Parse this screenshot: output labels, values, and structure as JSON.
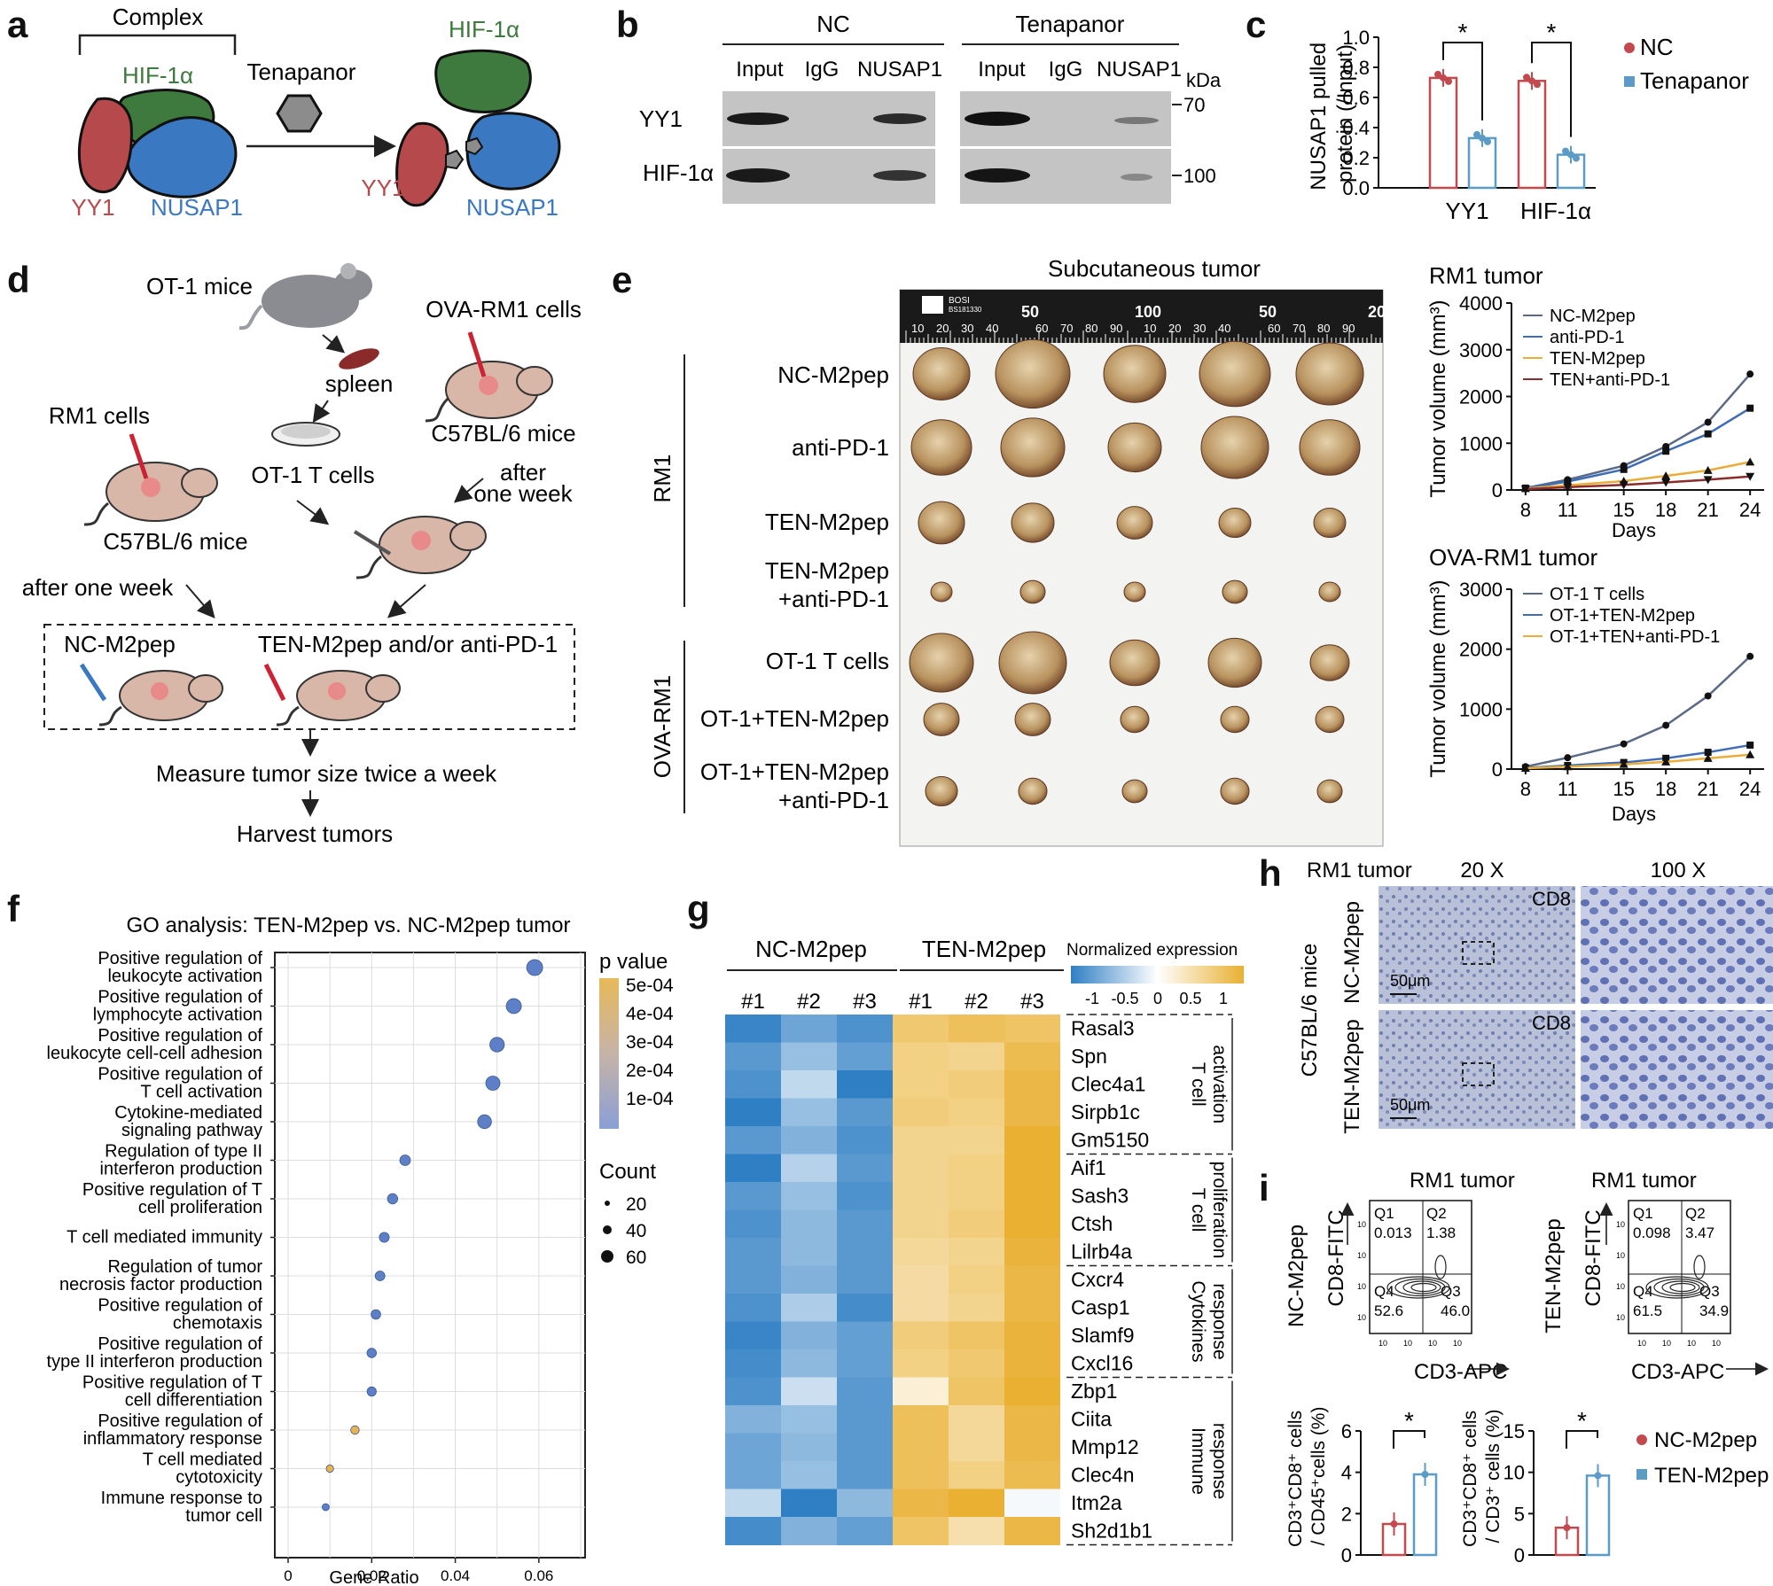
{
  "panel_letters": [
    "a",
    "b",
    "c",
    "d",
    "e",
    "f",
    "g",
    "h",
    "i"
  ],
  "colors": {
    "red": "#b5494c",
    "green": "#3e7a3d",
    "blue": "#3a79c1",
    "nc_red": "#c24a4f",
    "ten_blue": "#5d9bc7",
    "yellow": "#eebc42"
  },
  "panel_a": {
    "complex_label": "Complex",
    "hif": "HIF-1α",
    "drug": "Tenapanor",
    "yy1": "YY1",
    "nusap1": "NUSAP1"
  },
  "panel_b": {
    "groups": [
      "NC",
      "Tenapanor"
    ],
    "lanes": [
      "Input",
      "IgG",
      "NUSAP1"
    ],
    "kda": "kDa",
    "rows": [
      {
        "label": "YY1",
        "marker": "70"
      },
      {
        "label": "HIF-1α",
        "marker": "100"
      }
    ]
  },
  "panel_c": {
    "ylabel": "NUSAP1 pulled protein (/Input)",
    "ylabel_line1": "NUSAP1 pulled",
    "ylabel_line2": "protein (/Input)",
    "star": "*",
    "chart_data": {
      "type": "bar",
      "categories": [
        "YY1",
        "HIF-1α"
      ],
      "series": [
        {
          "name": "NC",
          "values": [
            0.73,
            0.71
          ]
        },
        {
          "name": "Tenapanor",
          "values": [
            0.33,
            0.22
          ]
        }
      ],
      "ylim": [
        0,
        1.0
      ],
      "yticks": [
        "0.0",
        "0.2",
        "0.4",
        "0.6",
        "0.8",
        "1.0"
      ]
    }
  },
  "panel_d": {
    "ot1": "OT-1 mice",
    "spleen": "spleen",
    "ott": "OT-1 T cells",
    "ova": "OVA-RM1 cells",
    "c57a": "C57BL/6 mice",
    "rm1": "RM1 cells",
    "c57b": "C57BL/6 mice",
    "after1": "after",
    "after2": "one week",
    "after_one_week": "after one week",
    "nc": "NC-M2pep",
    "ten": "TEN-M2pep and/or anti-PD-1",
    "measure": "Measure tumor size twice a week",
    "harvest": "Harvest tumors"
  },
  "panel_e": {
    "title": "Subcutaneous tumor",
    "ruler_brand": "BOSI",
    "ruler_code": "BS181330",
    "ruler_marks": [
      "50",
      "100",
      "50",
      "20"
    ],
    "ruler_nums": [
      "10",
      "20",
      "30",
      "40",
      "60",
      "70",
      "80",
      "90",
      "10",
      "20",
      "30",
      "40",
      "60",
      "70",
      "80",
      "90"
    ],
    "group_rm1": "RM1",
    "group_ova": "OVA-RM1",
    "rows": [
      "NC-M2pep",
      "anti-PD-1",
      "TEN-M2pep",
      "TEN-M2pep",
      "+anti-PD-1",
      "OT-1 T cells",
      "OT-1+TEN-M2pep",
      "OT-1+TEN-M2pep",
      "+anti-PD-1"
    ]
  },
  "panel_e_rm1": {
    "title": "RM1 tumor",
    "ylabel": "Tumor volume (mm³)",
    "xlabel": "Days",
    "chart_data": {
      "type": "line",
      "x": [
        8,
        11,
        15,
        18,
        21,
        24
      ],
      "series": [
        {
          "name": "NC-M2pep",
          "values": [
            40,
            220,
            520,
            930,
            1450,
            2480
          ]
        },
        {
          "name": "anti-PD-1",
          "values": [
            40,
            180,
            440,
            830,
            1200,
            1750
          ]
        },
        {
          "name": "TEN-M2pep",
          "values": [
            30,
            100,
            190,
            300,
            420,
            600
          ]
        },
        {
          "name": "TEN+anti-PD-1",
          "values": [
            20,
            60,
            110,
            160,
            220,
            290
          ]
        }
      ],
      "ylim": [
        0,
        4000
      ],
      "yticks": [
        "0",
        "1000",
        "2000",
        "3000",
        "4000"
      ]
    }
  },
  "panel_e_ova": {
    "title": "OVA-RM1 tumor",
    "ylabel": "Tumor volume (mm³)",
    "xlabel": "Days",
    "chart_data": {
      "type": "line",
      "x": [
        8,
        11,
        15,
        18,
        21,
        24
      ],
      "series": [
        {
          "name": "OT-1 T cells",
          "values": [
            40,
            190,
            420,
            730,
            1220,
            1880
          ]
        },
        {
          "name": "OT-1+TEN-M2pep",
          "values": [
            20,
            60,
            110,
            180,
            280,
            400
          ]
        },
        {
          "name": "OT-1+TEN+anti-PD-1",
          "values": [
            15,
            40,
            80,
            120,
            180,
            240
          ]
        }
      ],
      "ylim": [
        0,
        3000
      ],
      "yticks": [
        "0",
        "1000",
        "2000",
        "3000"
      ]
    }
  },
  "panel_f": {
    "title": "GO analysis: TEN-M2pep vs. NC-M2pep tumor",
    "xlabel": "Gene Ratio",
    "xticks": [
      "0",
      "0.02",
      "0.04",
      "0.06"
    ],
    "legend_p": "p value",
    "legend_p_ticks": [
      "5e-04",
      "4e-04",
      "3e-04",
      "2e-04",
      "1e-04"
    ],
    "legend_count": "Count",
    "legend_count_ticks": [
      "20",
      "40",
      "60"
    ],
    "terms": [
      [
        "Positive regulation of",
        "leukocyte activation"
      ],
      [
        "Positive regulation of",
        "lymphocyte activation"
      ],
      [
        "Positive regulation of",
        "leukocyte cell-cell adhesion"
      ],
      [
        "Positive regulation of",
        "T cell activation"
      ],
      [
        "Cytokine-mediated",
        "signaling pathway"
      ],
      [
        "Regulation of type II",
        "interferon production"
      ],
      [
        "Positive regulation of T",
        "cell proliferation"
      ],
      [
        "T cell mediated immunity"
      ],
      [
        "Regulation of tumor",
        "necrosis factor production"
      ],
      [
        "Positive regulation of",
        "chemotaxis"
      ],
      [
        "Positive regulation of",
        "type II interferon production"
      ],
      [
        "Positive regulation of T",
        "cell differentiation"
      ],
      [
        "Positive regulation of",
        "inflammatory response"
      ],
      [
        "T cell mediated",
        "cytotoxicity"
      ],
      [
        "Immune response to",
        "tumor cell"
      ]
    ],
    "chart_data": {
      "type": "scatter",
      "gene_ratio": [
        0.059,
        0.054,
        0.05,
        0.049,
        0.047,
        0.028,
        0.025,
        0.023,
        0.022,
        0.021,
        0.02,
        0.02,
        0.016,
        0.01,
        0.009
      ],
      "count": [
        60,
        55,
        52,
        50,
        48,
        30,
        28,
        26,
        25,
        24,
        23,
        22,
        18,
        12,
        10
      ],
      "p_value": [
        3e-05,
        3e-05,
        3e-05,
        3e-05,
        3e-05,
        4e-05,
        4e-05,
        4e-05,
        4e-05,
        4e-05,
        5e-05,
        5e-05,
        0.0005,
        0.0005,
        2e-05
      ],
      "xlim": [
        0,
        0.07
      ]
    }
  },
  "panel_g": {
    "nc": "NC-M2pep",
    "ten": "TEN-M2pep",
    "samples": [
      "#1",
      "#2",
      "#3",
      "#1",
      "#2",
      "#3"
    ],
    "legend_title": "Normalized expression",
    "legend_ticks": [
      "-1",
      "-0.5",
      "0",
      "0.5",
      "1"
    ],
    "genes": [
      "Rasal3",
      "Spn",
      "Clec4a1",
      "Sirpb1c",
      "Gm5150",
      "Aif1",
      "Sash3",
      "Ctsh",
      "Lilrb4a",
      "Cxcr4",
      "Casp1",
      "Slamf9",
      "Cxcl16",
      "Zbp1",
      "Ciita",
      "Mmp12",
      "Clec4n",
      "Itm2a",
      "Sh2d1b1"
    ],
    "groups": [
      [
        "T cell",
        "activation"
      ],
      [
        "T cell",
        "proliferation"
      ],
      [
        "Cytokines",
        "response"
      ],
      [
        "Immune",
        "response"
      ]
    ],
    "chart_data": {
      "type": "heatmap",
      "values": [
        [
          -0.95,
          -0.7,
          -0.85,
          0.7,
          0.8,
          0.75
        ],
        [
          -0.8,
          -0.5,
          -0.75,
          0.6,
          0.55,
          0.85
        ],
        [
          -0.85,
          -0.3,
          -1.0,
          0.6,
          0.65,
          0.9
        ],
        [
          -1.0,
          -0.5,
          -0.8,
          0.65,
          0.6,
          0.9
        ],
        [
          -0.8,
          -0.6,
          -0.85,
          0.55,
          0.55,
          1.0
        ],
        [
          -1.0,
          -0.35,
          -0.8,
          0.55,
          0.6,
          1.0
        ],
        [
          -0.8,
          -0.5,
          -0.85,
          0.55,
          0.6,
          1.0
        ],
        [
          -0.85,
          -0.55,
          -0.8,
          0.55,
          0.65,
          1.0
        ],
        [
          -0.8,
          -0.55,
          -0.8,
          0.5,
          0.55,
          0.95
        ],
        [
          -0.8,
          -0.6,
          -0.8,
          0.45,
          0.6,
          0.9
        ],
        [
          -0.85,
          -0.4,
          -0.9,
          0.45,
          0.55,
          0.9
        ],
        [
          -0.95,
          -0.6,
          -0.75,
          0.65,
          0.75,
          0.95
        ],
        [
          -0.9,
          -0.55,
          -0.75,
          0.6,
          0.7,
          0.95
        ],
        [
          -0.85,
          -0.25,
          -0.8,
          0.2,
          0.75,
          1.0
        ],
        [
          -0.6,
          -0.5,
          -0.8,
          0.8,
          0.5,
          0.9
        ],
        [
          -0.7,
          -0.55,
          -0.8,
          0.8,
          0.5,
          0.9
        ],
        [
          -0.7,
          -0.5,
          -0.8,
          0.8,
          0.6,
          0.85
        ],
        [
          -0.3,
          -1.0,
          -0.55,
          0.9,
          1.0,
          -0.05
        ],
        [
          -0.9,
          -0.6,
          -0.75,
          0.75,
          0.4,
          0.9
        ]
      ]
    }
  },
  "panel_h": {
    "tumor": "RM1 tumor",
    "mag1": "20 X",
    "mag2": "100 X",
    "mice": "C57BL/6 mice",
    "rows": [
      "NC-M2pep",
      "TEN-M2pep"
    ],
    "stain": "CD8",
    "scale": "50μm"
  },
  "panel_i": {
    "tumor": "RM1 tumor",
    "plots": [
      {
        "row": "NC-M2pep",
        "q": [
          "Q1",
          "Q2",
          "Q4",
          "Q3"
        ],
        "v": [
          "0.013",
          "1.38",
          "52.6",
          "46.0"
        ]
      },
      {
        "row": "TEN-M2pep",
        "q": [
          "Q1",
          "Q2",
          "Q4",
          "Q3"
        ],
        "v": [
          "0.098",
          "3.47",
          "61.5",
          "34.9"
        ]
      }
    ],
    "flow_y": "CD8-FITC",
    "flow_x": "CD3-APC",
    "tick": "10",
    "bar1_label": "CD3⁺CD8⁺ cells / CD45⁺cells (%)",
    "bar2_label": "CD3⁺CD8⁺ cells / CD3⁺ cells (%)",
    "bar1_l1": "CD3⁺CD8⁺ cells",
    "bar1_l2": "/ CD45⁺cells (%)",
    "bar2_l1": "CD3⁺CD8⁺ cells",
    "bar2_l2": "/ CD3⁺ cells (%)",
    "legend": [
      "NC-M2pep",
      "TEN-M2pep"
    ],
    "star": "*",
    "chart_data": [
      {
        "type": "bar",
        "categories": [
          "NC-M2pep",
          "TEN-M2pep"
        ],
        "values": [
          1.5,
          3.9
        ],
        "ylim": [
          0,
          6
        ],
        "yticks": [
          "0",
          "2",
          "4",
          "6"
        ]
      },
      {
        "type": "bar",
        "categories": [
          "NC-M2pep",
          "TEN-M2pep"
        ],
        "values": [
          3.3,
          9.6
        ],
        "ylim": [
          0,
          15
        ],
        "yticks": [
          "0",
          "5",
          "10",
          "15"
        ]
      }
    ]
  }
}
